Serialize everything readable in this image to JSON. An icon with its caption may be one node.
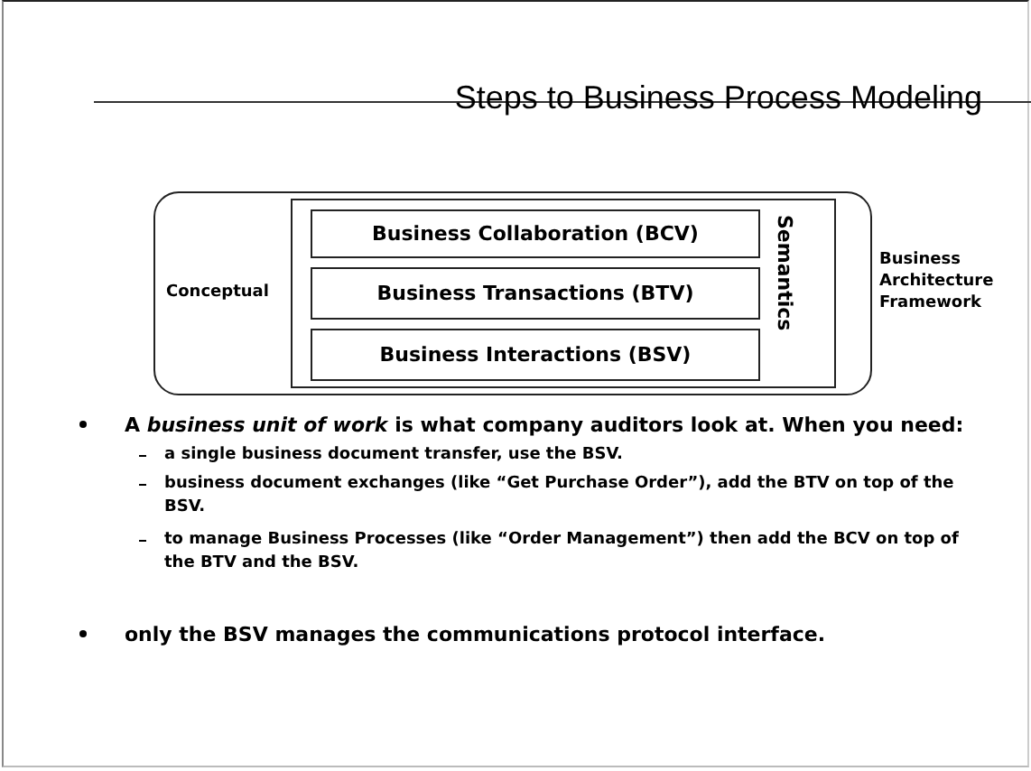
{
  "diagram": {
    "title": "Steps to Business Process Modeling",
    "nodes": [
      {
        "text": [
          "Conceptual"
        ],
        "beside": [
          "Business Architecture Framework"
        ]
      },
      {
        "text": [
          "Semantics"
        ],
        "in": 0
      },
      {
        "text": [
          "Business Collaboration (BCV)"
        ],
        "in": 1
      },
      {
        "text": [
          "Business Transactions (BTV)"
        ],
        "in": 1
      },
      {
        "text": [
          "Business Interactions (BSV)"
        ],
        "in": 1
      }
    ],
    "edges": [],
    "labels": [
      "A *business unit of work* is what company auditors look at. When you need:",
      "a single business document transfer, use the BSV.",
      "business document exchanges (like “Get Purchase Order”), add the BTV on top of the BSV.",
      "to manage Business Processes (like “Order Management”) then add the BCV on top of the BTV and the BSV.",
      "only the BSV manages the communications protocol interface."
    ]
  }
}
